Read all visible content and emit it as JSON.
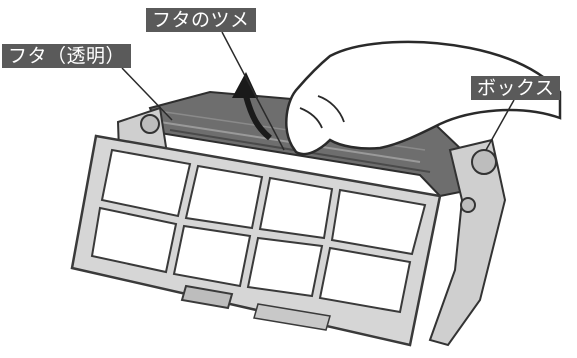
{
  "labels": {
    "lid_clip": "フタのツメ",
    "lid": "フタ（透明）",
    "box": "ボックス"
  },
  "icons": {
    "arrow": "up-arrow-icon",
    "hand": "hand-illustration"
  },
  "colors": {
    "label_bg": "#5a5a5a",
    "label_text": "#ffffff",
    "frame_fill": "#d6d6d6",
    "frame_stroke": "#3a3a3a",
    "lid_fill": "#6e6e6e",
    "background": "#ffffff"
  }
}
